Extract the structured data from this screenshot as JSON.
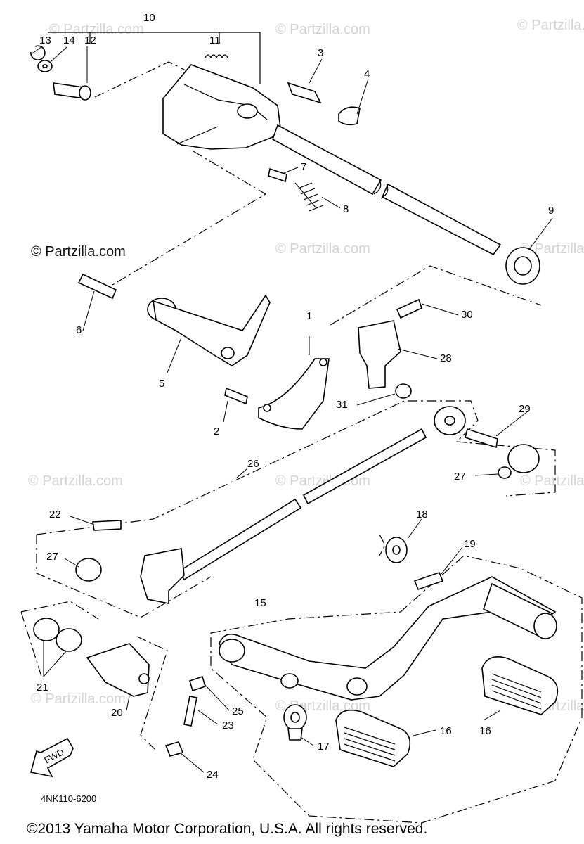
{
  "diagram": {
    "part_code": "4NK110-6200",
    "copyright": "©2013  Yamaha Motor Corporation, U.S.A. All rights reserved.",
    "fwd_label": "FWD",
    "watermark": "© Partzilla.com",
    "callouts": {
      "c1": "1",
      "c2": "2",
      "c3": "3",
      "c4": "4",
      "c5": "5",
      "c6": "6",
      "c7": "7",
      "c8": "8",
      "c9": "9",
      "c10": "10",
      "c11": "11",
      "c12": "12",
      "c13": "13",
      "c14": "14",
      "c15": "15",
      "c16a": "16",
      "c16b": "16",
      "c17": "17",
      "c18": "18",
      "c19": "19",
      "c20": "20",
      "c21": "21",
      "c22": "22",
      "c23": "23",
      "c24": "24",
      "c25": "25",
      "c26": "26",
      "c27a": "27",
      "c27b": "27",
      "c28": "28",
      "c29": "29",
      "c30": "30",
      "c31": "31"
    }
  }
}
